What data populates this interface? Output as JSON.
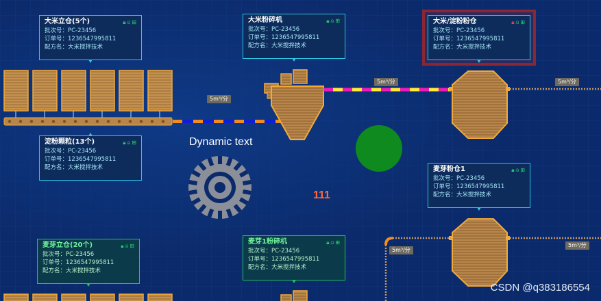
{
  "cards": {
    "rice_silo": {
      "title": "大米立仓(5个)",
      "batch": "批次号：PC-23456",
      "order": "订单号：1236547995811",
      "recipe": "配方名：大米搅拌技术"
    },
    "rice_grinder": {
      "title": "大米粉碎机",
      "batch": "批次号：PC-23456",
      "order": "订单号：1236547995811",
      "recipe": "配方名：大米搅拌技术"
    },
    "starch_bin": {
      "title": "大米/淀粉粉仓",
      "batch": "批次号：PC-23456",
      "order": "订单号：1236547995811",
      "recipe": "配方名：大米搅拌技术"
    },
    "starch_granule": {
      "title": "淀粉颗粒(13个)",
      "batch": "批次号：PC-23456",
      "order": "订单号：1236547995811",
      "recipe": "配方名：大米搅拌技术"
    },
    "malt_bin": {
      "title": "麦芽粉仓1",
      "batch": "批次号：PC-23456",
      "order": "订单号：1236547995811",
      "recipe": "配方名：大米搅拌技术"
    },
    "malt_silo": {
      "title": "麦芽立仓(20个)",
      "batch": "批次号：PC-23456",
      "order": "订单号：1236547995811",
      "recipe": "配方名：大米搅拌技术"
    },
    "malt_grinder": {
      "title": "麦芽1粉碎机",
      "batch": "批次号：PC-23456",
      "order": "订单号：1236547995811",
      "recipe": "配方名：大米搅拌技术"
    }
  },
  "flow_rate": "5m³/分",
  "dynamic_text": "Dynamic text",
  "counter": "111",
  "watermark": "CSDN @q383186554",
  "icons": [
    "lock-icon",
    "bell-icon",
    "network-icon"
  ],
  "colors": {
    "background": "#0b2a6b",
    "card_border": "#2ec7e6",
    "card_border_green": "#22c55e",
    "alarm_frame": "#8b2633",
    "equipment": "#b8864a",
    "equipment_outline": "#f2a93b",
    "status_dot": "#0f8a1e",
    "counter": "#ff6a3a"
  }
}
